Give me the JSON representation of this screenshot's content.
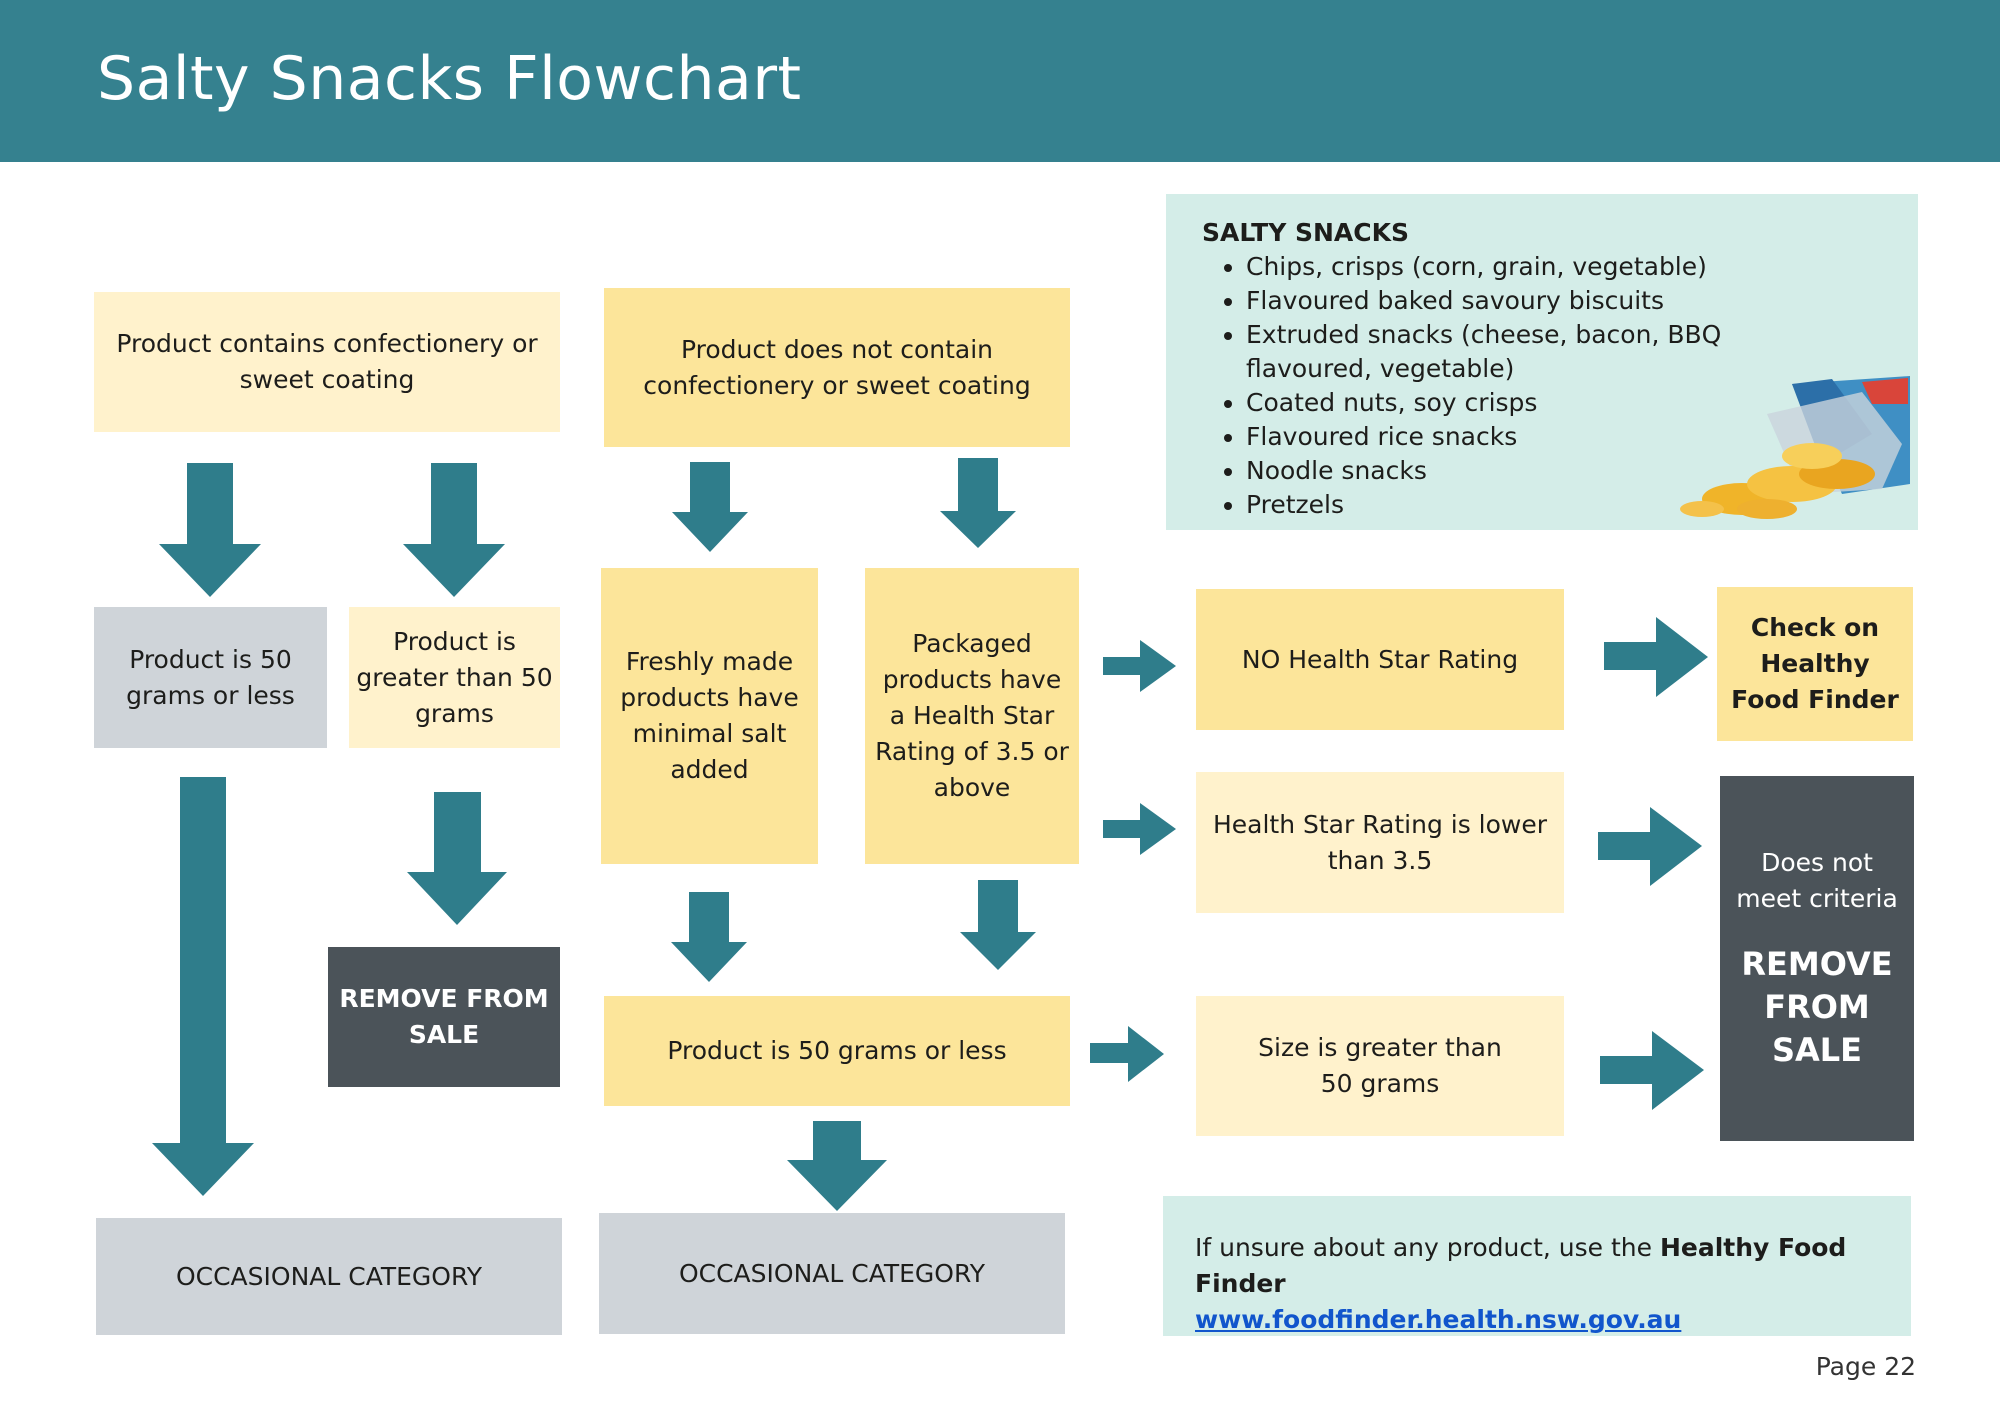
{
  "header": {
    "title": "Salty Snacks Flowchart"
  },
  "info_panel": {
    "heading": "SALTY SNACKS",
    "items": [
      "Chips, crisps (corn, grain, vegetable)",
      "Flavoured baked savoury biscuits",
      "Extruded snacks (cheese, bacon, BBQ flavoured, vegetable)",
      "Coated nuts, soy crisps",
      "Flavoured rice snacks",
      "Noodle snacks",
      "Pretzels"
    ]
  },
  "flow": {
    "confectionery": "Product contains confectionery or sweet coating",
    "no_confectionery": "Product does not contain confectionery or sweet coating",
    "small_50": "Product is  50 grams or less",
    "large_50": "Product is greater than 50 grams",
    "remove_left": "REMOVE FROM SALE",
    "occasional_left": "OCCASIONAL CATEGORY",
    "freshly_made": "Freshly made products have minimal salt added",
    "packaged": "Packaged products have a Health Star Rating of 3.5 or above",
    "product_50": "Product is 50 grams or less",
    "occasional_mid": "OCCASIONAL CATEGORY",
    "no_hsr": "NO Health Star Rating",
    "hsr_lower": "Health Star Rating is  lower than 3.5",
    "size_greater": "Size is greater than 50 grams",
    "check_finder": "Check on Healthy Food Finder",
    "not_meet": "Does not meet criteria",
    "remove_right": "REMOVE FROM SALE"
  },
  "footer": {
    "text_prefix": "If unsure about any product, use the ",
    "text_bold": "Healthy Food Finder",
    "link": "www.foodfinder.health.nsw.gov.au"
  },
  "page_label": "Page 22",
  "colors": {
    "header": "#35818f",
    "arrow": "#2f7d8b",
    "light_yellow": "#fff2cc",
    "yellow": "#fce59a",
    "grey": "#cfd4d9",
    "dark": "#4b5359",
    "mint": "#d4ede8"
  }
}
